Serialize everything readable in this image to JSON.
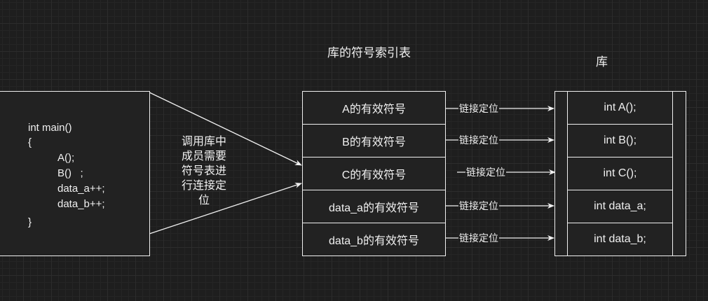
{
  "symbol_table_title": "库的符号索引表",
  "library_title": "库",
  "main_code": {
    "lines": [
      "int main()",
      "{",
      "A();",
      "B()   ;",
      "data_a++;",
      "data_b++;",
      "}"
    ]
  },
  "middle_text": {
    "lines": [
      "调用库中",
      "成员需要",
      "符号表进",
      "行连接定",
      "位"
    ]
  },
  "symbol_table": {
    "rows": [
      "A的有效符号",
      "B的有效符号",
      "C的有效符号",
      "data_a的有效符号",
      "data_b的有效符号"
    ]
  },
  "link_label": "链接定位",
  "library": {
    "rows": [
      "int A();",
      "int B();",
      "int C();",
      "int data_a;",
      "int data_b;"
    ]
  },
  "colors": {
    "background": "#1e1e1e",
    "stroke": "#f0f0f0",
    "box_fill": "#222222"
  }
}
